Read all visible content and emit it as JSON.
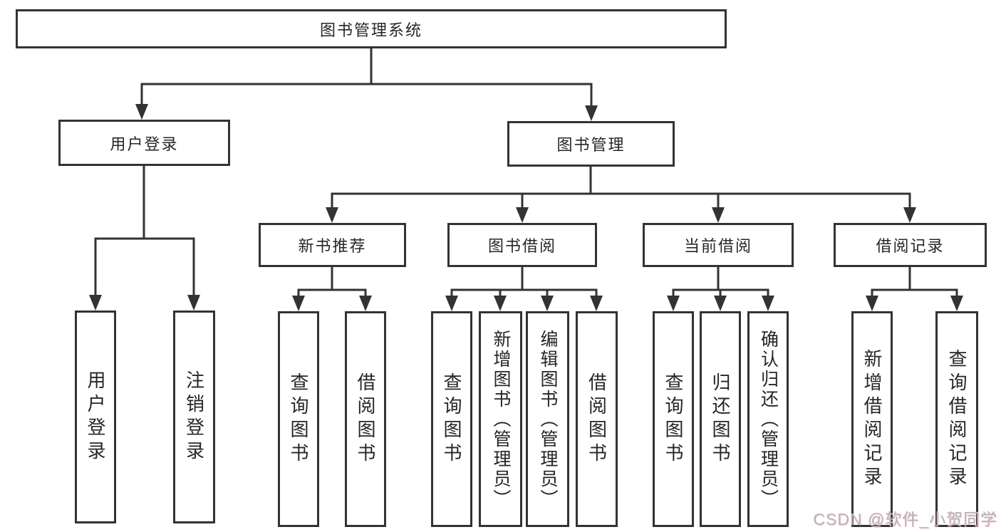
{
  "nodes": {
    "root": "图书管理系统",
    "user_login": "用户登录",
    "book_management": "图书管理",
    "modules": [
      "新书推荐",
      "图书借阅",
      "当前借阅",
      "借阅记录"
    ],
    "user_login_children": [
      "用户登录",
      "注销登录"
    ],
    "new_book_children": [
      "查询图书",
      "借阅图书"
    ],
    "book_borrow_children": [
      "查询图书",
      "新增图书（管理员）",
      "编辑图书（管理员）",
      "借阅图书"
    ],
    "current_borrow_children": [
      "查询图书",
      "归还图书",
      "确认归还（管理员）"
    ],
    "borrow_records_children": [
      "新增借阅记录",
      "查询借阅记录"
    ]
  },
  "watermark": {
    "text": "CSDN @软件_小贺同学"
  },
  "colors": {
    "line": "#333333",
    "box_background": "#ffffff",
    "text": "#262626",
    "watermark": "#b6b6b6"
  }
}
